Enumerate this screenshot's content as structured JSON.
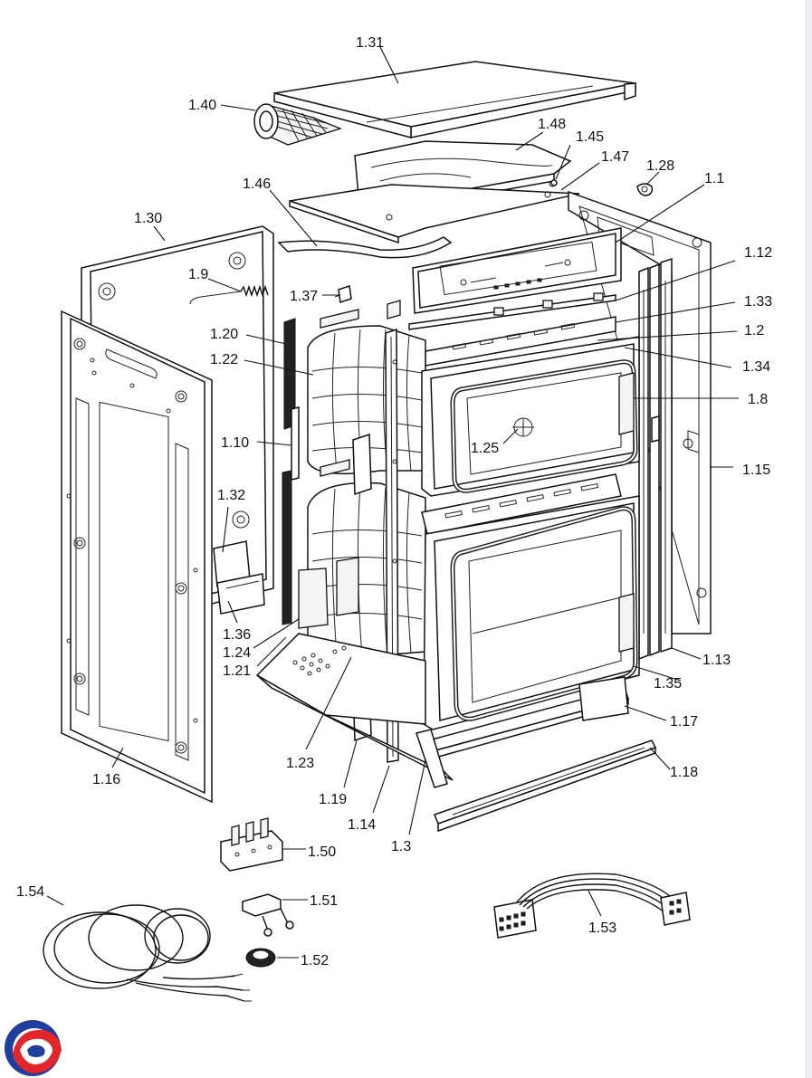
{
  "diagram": {
    "type": "exploded-parts-diagram",
    "labels": [
      {
        "id": "1.31",
        "text": "1.31"
      },
      {
        "id": "1.40",
        "text": "1.40"
      },
      {
        "id": "1.48",
        "text": "1.48"
      },
      {
        "id": "1.45",
        "text": "1.45"
      },
      {
        "id": "1.47",
        "text": "1.47"
      },
      {
        "id": "1.28",
        "text": "1.28"
      },
      {
        "id": "1.1",
        "text": "1.1"
      },
      {
        "id": "1.46",
        "text": "1.46"
      },
      {
        "id": "1.30",
        "text": "1.30"
      },
      {
        "id": "1.12",
        "text": "1.12"
      },
      {
        "id": "1.9",
        "text": "1.9"
      },
      {
        "id": "1.37",
        "text": "1.37"
      },
      {
        "id": "1.33",
        "text": "1.33"
      },
      {
        "id": "1.2",
        "text": "1.2"
      },
      {
        "id": "1.20",
        "text": "1.20"
      },
      {
        "id": "1.22",
        "text": "1.22"
      },
      {
        "id": "1.34",
        "text": "1.34"
      },
      {
        "id": "1.8",
        "text": "1.8"
      },
      {
        "id": "1.10",
        "text": "1.10"
      },
      {
        "id": "1.25",
        "text": "1.25"
      },
      {
        "id": "1.15",
        "text": "1.15"
      },
      {
        "id": "1.32",
        "text": "1.32"
      },
      {
        "id": "1.36",
        "text": "1.36"
      },
      {
        "id": "1.24",
        "text": "1.24"
      },
      {
        "id": "1.21",
        "text": "1.21"
      },
      {
        "id": "1.13",
        "text": "1.13"
      },
      {
        "id": "1.35",
        "text": "1.35"
      },
      {
        "id": "1.17",
        "text": "1.17"
      },
      {
        "id": "1.23",
        "text": "1.23"
      },
      {
        "id": "1.16",
        "text": "1.16"
      },
      {
        "id": "1.18",
        "text": "1.18"
      },
      {
        "id": "1.19",
        "text": "1.19"
      },
      {
        "id": "1.14",
        "text": "1.14"
      },
      {
        "id": "1.3",
        "text": "1.3"
      },
      {
        "id": "1.50",
        "text": "1.50"
      },
      {
        "id": "1.54",
        "text": "1.54"
      },
      {
        "id": "1.51",
        "text": "1.51"
      },
      {
        "id": "1.53",
        "text": "1.53"
      },
      {
        "id": "1.52",
        "text": "1.52"
      }
    ]
  },
  "colors": {
    "line": "#111111",
    "background": "#ffffff",
    "logo_blue": "#1f3f9a",
    "logo_red": "#e2262b"
  },
  "icons": {
    "logo": "brand-swirl-logo"
  }
}
